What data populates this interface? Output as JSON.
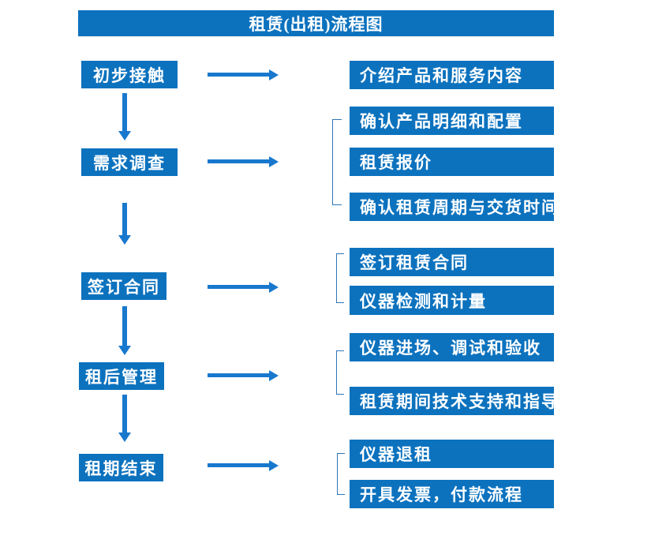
{
  "title": {
    "text": "租赁(出租)流程图"
  },
  "colors": {
    "primary_blue": "#0c72be",
    "arrow_blue": "#1878ce",
    "bracket_blue": "#2e75b6",
    "text_color": "#ffffff"
  },
  "steps": [
    {
      "label": "初步接触",
      "details": [
        "介绍产品和服务内容"
      ]
    },
    {
      "label": "需求调查",
      "details": [
        "确认产品明细和配置",
        "租赁报价",
        "确认租赁周期与交货时间"
      ]
    },
    {
      "label": "签订合同",
      "details": [
        "签订租赁合同",
        "仪器检测和计量"
      ]
    },
    {
      "label": "租后管理",
      "details": [
        "仪器进场、调试和验收",
        "租赁期间技术支持和指导"
      ]
    },
    {
      "label": "租期结束",
      "details": [
        "仪器退租",
        "开具发票，付款流程"
      ]
    }
  ]
}
